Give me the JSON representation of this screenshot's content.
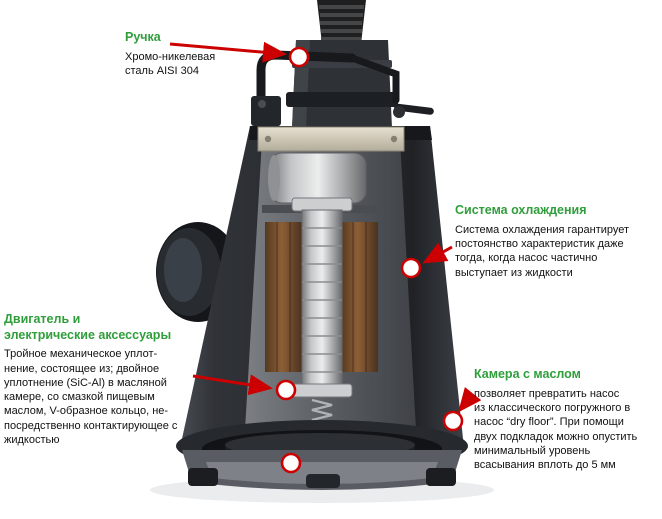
{
  "colors": {
    "heading_green": "#2f9e3b",
    "arrow_red": "#cc0000",
    "body_text": "#111111"
  },
  "callouts": {
    "handle": {
      "title": "Ручка",
      "body": "Хромо-никелевая\nсталь AISI 304"
    },
    "cooling": {
      "title": "Система охлаждения",
      "body": "Система охлаждения гарантирует\nпостоянство характеристик даже\nтогда, когда насос частично\nвыступает из жидкости"
    },
    "motor": {
      "title": "Двигатель и\nэлектрические аксессуары",
      "body": "Тройное механическое уплот-\nнение, состоящее из; двойное\nуплотнение (SiC-Al) в масляной\nкамере, со смазкой пищевым\nмаслом, V-образное кольцо, не-\nпосредственно контактирующее с\nжидкостью"
    },
    "oil_chamber": {
      "title": "Камера с маслом",
      "body": "позволяет превратить насос\nиз классического погружного в\nнасос “dry floor”. При помощи\nдвух подкладок можно опустить\nминимальный уровень\nвсасывания вплоть до 5 мм"
    }
  }
}
